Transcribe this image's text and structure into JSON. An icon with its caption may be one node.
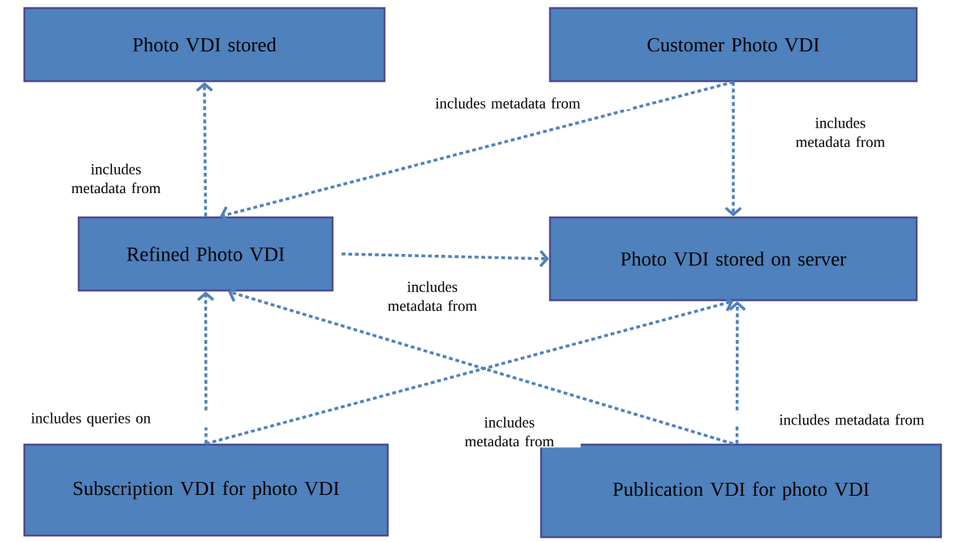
{
  "diagram": {
    "nodes": [
      {
        "text": [
          "Photo VDI stored"
        ]
      },
      {
        "text": [
          "Customer Photo VDI"
        ]
      },
      {
        "text": [
          "Refined Photo VDI"
        ]
      },
      {
        "text": [
          "Photo VDI stored on server"
        ]
      },
      {
        "text": [
          "Subscription VDI for photo VDI"
        ]
      },
      {
        "text": [
          "Publication VDI for photo VDI"
        ]
      }
    ],
    "edges": [
      {
        "from": 2,
        "to": 0,
        "arrow": "to",
        "style": "dashed",
        "label": "includes metadata from"
      },
      {
        "from": 1,
        "to": 2,
        "arrow": "to",
        "style": "dashed",
        "label": "includes metadata from"
      },
      {
        "from": 1,
        "to": 3,
        "arrow": "to",
        "style": "dashed",
        "label": "includes metadata from"
      },
      {
        "from": 2,
        "to": 3,
        "arrow": "to",
        "style": "dashed",
        "label": "includes metadata from"
      },
      {
        "from": 4,
        "to": 2,
        "arrow": "to",
        "style": "dashed",
        "label": "includes queries on"
      },
      {
        "from": 4,
        "to": 3,
        "arrow": "to",
        "style": "dashed"
      },
      {
        "from": 5,
        "to": 2,
        "arrow": "to",
        "style": "dashed",
        "label": "includes metadata from"
      },
      {
        "from": 5,
        "to": 3,
        "arrow": "to",
        "style": "dashed",
        "label": "includes metadata from"
      }
    ]
  }
}
